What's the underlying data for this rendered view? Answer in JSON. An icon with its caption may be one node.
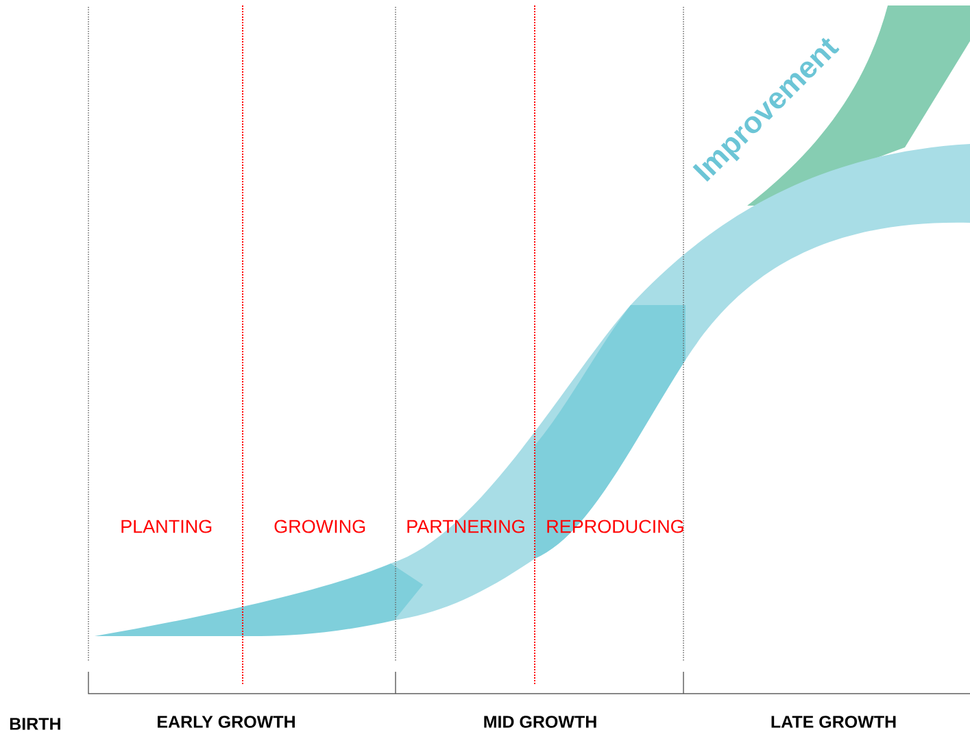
{
  "diagram": {
    "labels": [
      "Improvement",
      "PLANTING",
      "GROWING",
      "PARTNERING",
      "REPRODUCING",
      "BIRTH",
      "EARLY GROWTH",
      "MID GROWTH",
      "LATE GROWTH"
    ]
  }
}
